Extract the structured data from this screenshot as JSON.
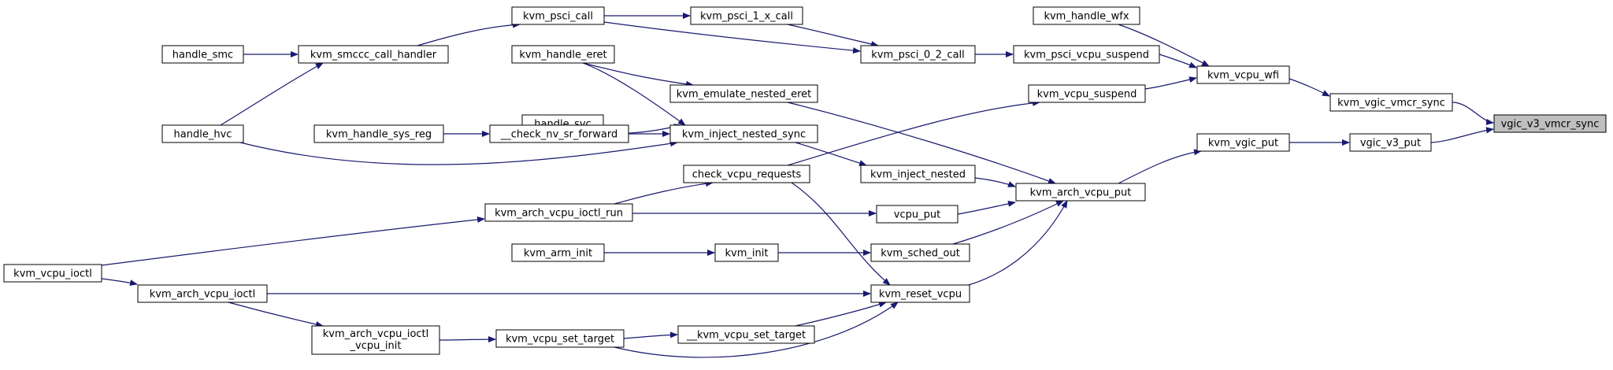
{
  "graph": {
    "focus_node": "vgic_v3_vmcr_sync",
    "colors": {
      "edge": "#191970",
      "node_border": "#000000",
      "focus_fill": "#bfbfbf",
      "node_fill": "#ffffff"
    },
    "nodes": [
      {
        "id": "vgic_v3_vmcr_sync",
        "label": "vgic_v3_vmcr_sync"
      },
      {
        "id": "kvm_vgic_vmcr_sync",
        "label": "kvm_vgic_vmcr_sync"
      },
      {
        "id": "vgic_v3_put",
        "label": "vgic_v3_put"
      },
      {
        "id": "kvm_vcpu_wfi",
        "label": "kvm_vcpu_wfi"
      },
      {
        "id": "kvm_vgic_put",
        "label": "kvm_vgic_put"
      },
      {
        "id": "kvm_handle_wfx",
        "label": "kvm_handle_wfx"
      },
      {
        "id": "kvm_psci_vcpu_suspend",
        "label": "kvm_psci_vcpu_suspend"
      },
      {
        "id": "kvm_vcpu_suspend",
        "label": "kvm_vcpu_suspend"
      },
      {
        "id": "kvm_psci_0_2_call",
        "label": "kvm_psci_0_2_call"
      },
      {
        "id": "kvm_psci_1_x_call",
        "label": "kvm_psci_1_x_call"
      },
      {
        "id": "kvm_psci_call",
        "label": "kvm_psci_call"
      },
      {
        "id": "kvm_smccc_call_handler",
        "label": "kvm_smccc_call_handler"
      },
      {
        "id": "handle_smc",
        "label": "handle_smc"
      },
      {
        "id": "handle_hvc",
        "label": "handle_hvc"
      },
      {
        "id": "kvm_handle_eret",
        "label": "kvm_handle_eret"
      },
      {
        "id": "kvm_emulate_nested_eret",
        "label": "kvm_emulate_nested_eret"
      },
      {
        "id": "handle_svc",
        "label": "handle_svc"
      },
      {
        "id": "kvm_inject_nested_sync",
        "label": "kvm_inject_nested_sync"
      },
      {
        "id": "kvm_handle_sys_reg",
        "label": "kvm_handle_sys_reg"
      },
      {
        "id": "check_nv_sr_forward",
        "label": "__check_nv_sr_forward"
      },
      {
        "id": "check_vcpu_requests",
        "label": "check_vcpu_requests"
      },
      {
        "id": "kvm_inject_nested",
        "label": "kvm_inject_nested"
      },
      {
        "id": "kvm_arch_vcpu_put",
        "label": "kvm_arch_vcpu_put"
      },
      {
        "id": "kvm_arch_vcpu_ioctl_run",
        "label": "kvm_arch_vcpu_ioctl_run"
      },
      {
        "id": "vcpu_put",
        "label": "vcpu_put"
      },
      {
        "id": "kvm_arm_init",
        "label": "kvm_arm_init"
      },
      {
        "id": "kvm_init",
        "label": "kvm_init"
      },
      {
        "id": "kvm_sched_out",
        "label": "kvm_sched_out"
      },
      {
        "id": "kvm_vcpu_ioctl",
        "label": "kvm_vcpu_ioctl"
      },
      {
        "id": "kvm_arch_vcpu_ioctl",
        "label": "kvm_arch_vcpu_ioctl"
      },
      {
        "id": "kvm_reset_vcpu",
        "label": "kvm_reset_vcpu"
      },
      {
        "id": "kvm_arch_vcpu_ioctl_vcpu_init",
        "label": "kvm_arch_vcpu_ioctl\n_vcpu_init"
      },
      {
        "id": "kvm_vcpu_set_target",
        "label": "kvm_vcpu_set_target"
      },
      {
        "id": "kvm_vcpu_set_target_internal",
        "label": "__kvm_vcpu_set_target"
      }
    ],
    "edges": [
      [
        "kvm_vgic_vmcr_sync",
        "vgic_v3_vmcr_sync"
      ],
      [
        "vgic_v3_put",
        "vgic_v3_vmcr_sync"
      ],
      [
        "kvm_vcpu_wfi",
        "kvm_vgic_vmcr_sync"
      ],
      [
        "kvm_vgic_put",
        "vgic_v3_put"
      ],
      [
        "kvm_handle_wfx",
        "kvm_vcpu_wfi"
      ],
      [
        "kvm_psci_vcpu_suspend",
        "kvm_vcpu_wfi"
      ],
      [
        "kvm_vcpu_suspend",
        "kvm_vcpu_wfi"
      ],
      [
        "kvm_arch_vcpu_put",
        "kvm_vgic_put"
      ],
      [
        "kvm_psci_0_2_call",
        "kvm_psci_vcpu_suspend"
      ],
      [
        "kvm_psci_1_x_call",
        "kvm_psci_0_2_call"
      ],
      [
        "kvm_psci_call",
        "kvm_psci_0_2_call"
      ],
      [
        "kvm_psci_call",
        "kvm_psci_1_x_call"
      ],
      [
        "kvm_smccc_call_handler",
        "kvm_psci_call"
      ],
      [
        "handle_smc",
        "kvm_smccc_call_handler"
      ],
      [
        "handle_hvc",
        "kvm_smccc_call_handler"
      ],
      [
        "check_vcpu_requests",
        "kvm_vcpu_suspend"
      ],
      [
        "kvm_emulate_nested_eret",
        "kvm_arch_vcpu_put"
      ],
      [
        "kvm_handle_eret",
        "kvm_emulate_nested_eret"
      ],
      [
        "kvm_handle_eret",
        "kvm_inject_nested_sync"
      ],
      [
        "handle_svc",
        "kvm_inject_nested_sync"
      ],
      [
        "check_nv_sr_forward",
        "kvm_inject_nested_sync"
      ],
      [
        "handle_hvc",
        "kvm_inject_nested_sync"
      ],
      [
        "kvm_handle_sys_reg",
        "check_nv_sr_forward"
      ],
      [
        "kvm_inject_nested_sync",
        "kvm_inject_nested"
      ],
      [
        "kvm_inject_nested",
        "kvm_arch_vcpu_put"
      ],
      [
        "vcpu_put",
        "kvm_arch_vcpu_put"
      ],
      [
        "kvm_sched_out",
        "kvm_arch_vcpu_put"
      ],
      [
        "kvm_reset_vcpu",
        "kvm_arch_vcpu_put"
      ],
      [
        "kvm_arch_vcpu_ioctl_run",
        "check_vcpu_requests"
      ],
      [
        "kvm_arch_vcpu_ioctl_run",
        "vcpu_put"
      ],
      [
        "check_vcpu_requests",
        "kvm_reset_vcpu"
      ],
      [
        "kvm_init",
        "kvm_sched_out"
      ],
      [
        "kvm_arm_init",
        "kvm_init"
      ],
      [
        "kvm_vcpu_ioctl",
        "kvm_arch_vcpu_ioctl_run"
      ],
      [
        "kvm_vcpu_ioctl",
        "kvm_arch_vcpu_ioctl"
      ],
      [
        "kvm_arch_vcpu_ioctl",
        "kvm_reset_vcpu"
      ],
      [
        "kvm_arch_vcpu_ioctl",
        "kvm_arch_vcpu_ioctl_vcpu_init"
      ],
      [
        "kvm_arch_vcpu_ioctl_vcpu_init",
        "kvm_vcpu_set_target"
      ],
      [
        "kvm_vcpu_set_target",
        "kvm_vcpu_set_target_internal"
      ],
      [
        "kvm_vcpu_set_target",
        "kvm_reset_vcpu"
      ],
      [
        "kvm_vcpu_set_target_internal",
        "kvm_reset_vcpu"
      ]
    ]
  }
}
